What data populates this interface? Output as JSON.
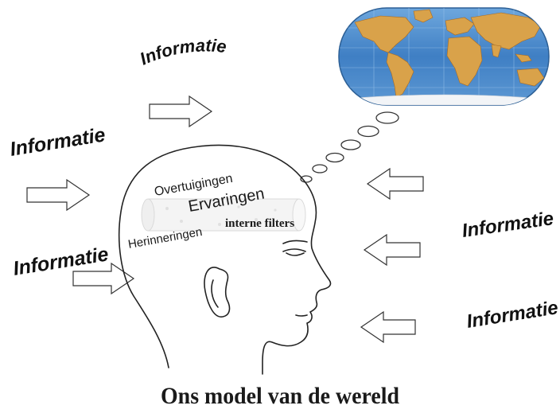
{
  "labels": {
    "curved_top": "Informatie",
    "left_upper": "Informatie",
    "left_lower": "Informatie",
    "right_upper": "Informatie",
    "right_lower": "Informatie"
  },
  "brain": {
    "line1": "Overtuigingen",
    "line2": "Ervaringen",
    "line3": "Herinneringen",
    "line4": "interne filters"
  },
  "caption": "Ons model van de wereld",
  "colors": {
    "ocean": "#3f7fc4",
    "ocean_light": "#7fb3e3",
    "land": "#d9a24a",
    "land_dark": "#b5762a",
    "ice": "#f2f4f7"
  },
  "icons": {
    "globe": "world-map-icon",
    "head": "head-profile-icon",
    "arrows": "outline-arrow-icon",
    "thought": "thought-bubble-icon",
    "filter": "filter-cylinder-icon"
  }
}
